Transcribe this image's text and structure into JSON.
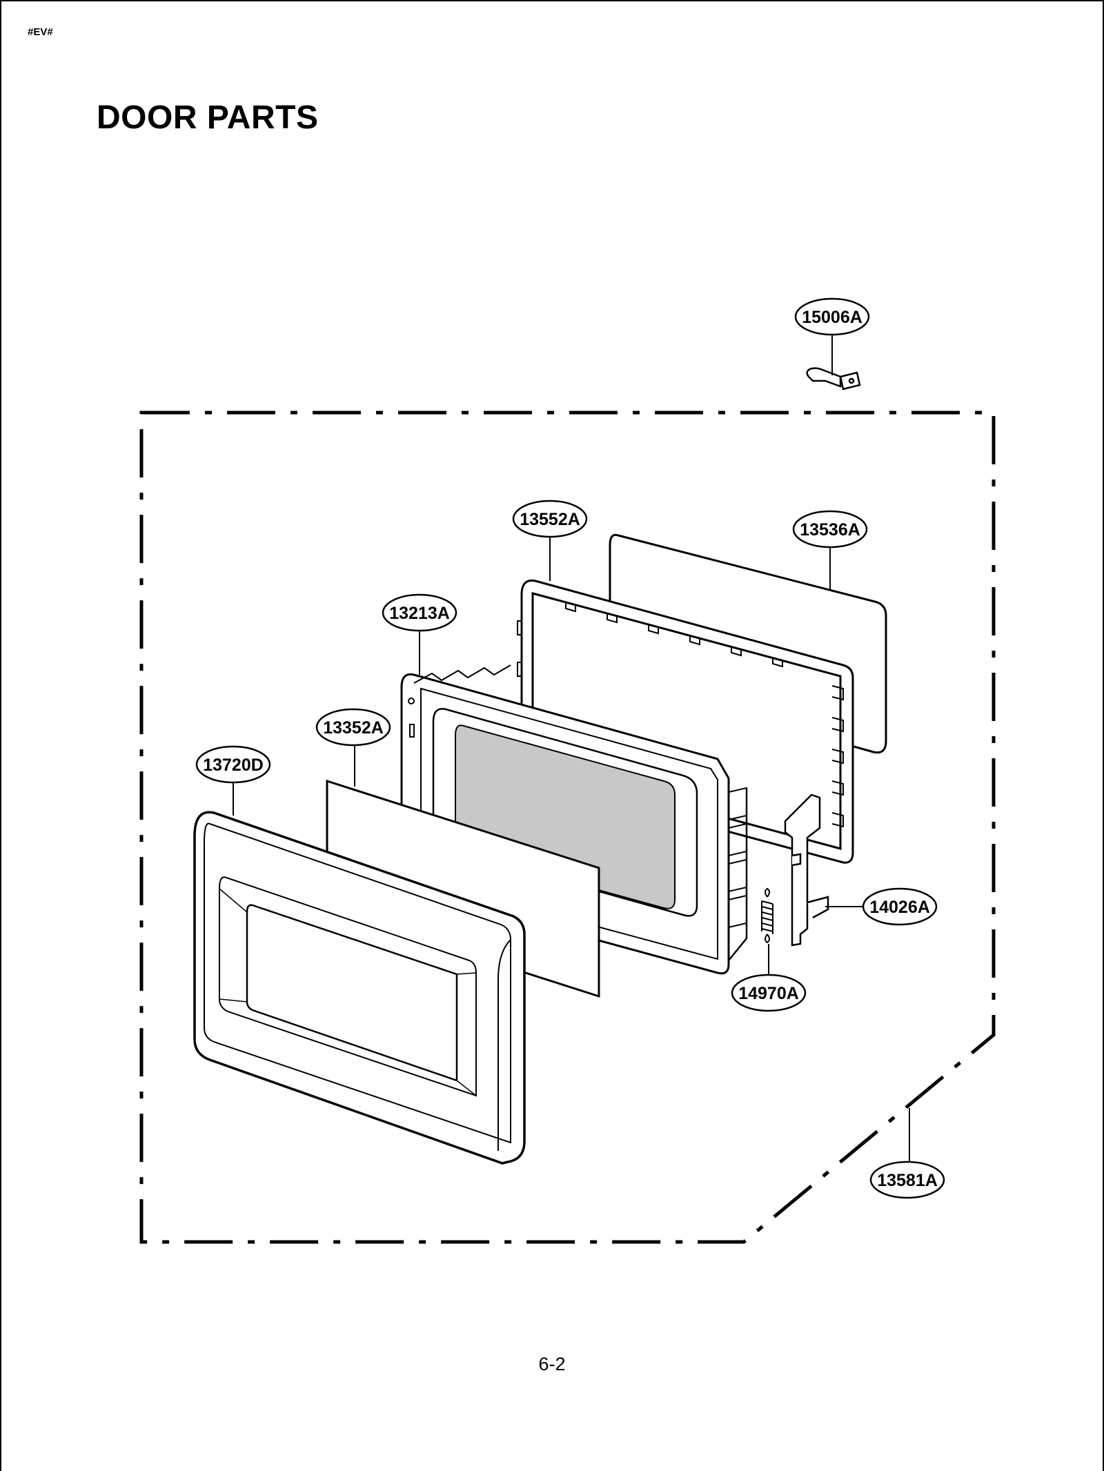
{
  "header": {
    "doc_code": "#EV#",
    "title": "DOOR PARTS"
  },
  "footer": {
    "page_number": "6-2"
  },
  "parts": {
    "p15006A": "15006A",
    "p13552A": "13552A",
    "p13536A": "13536A",
    "p13213A": "13213A",
    "p13352A": "13352A",
    "p13720D": "13720D",
    "p14026A": "14026A",
    "p14970A": "14970A",
    "p13581A": "13581A"
  }
}
